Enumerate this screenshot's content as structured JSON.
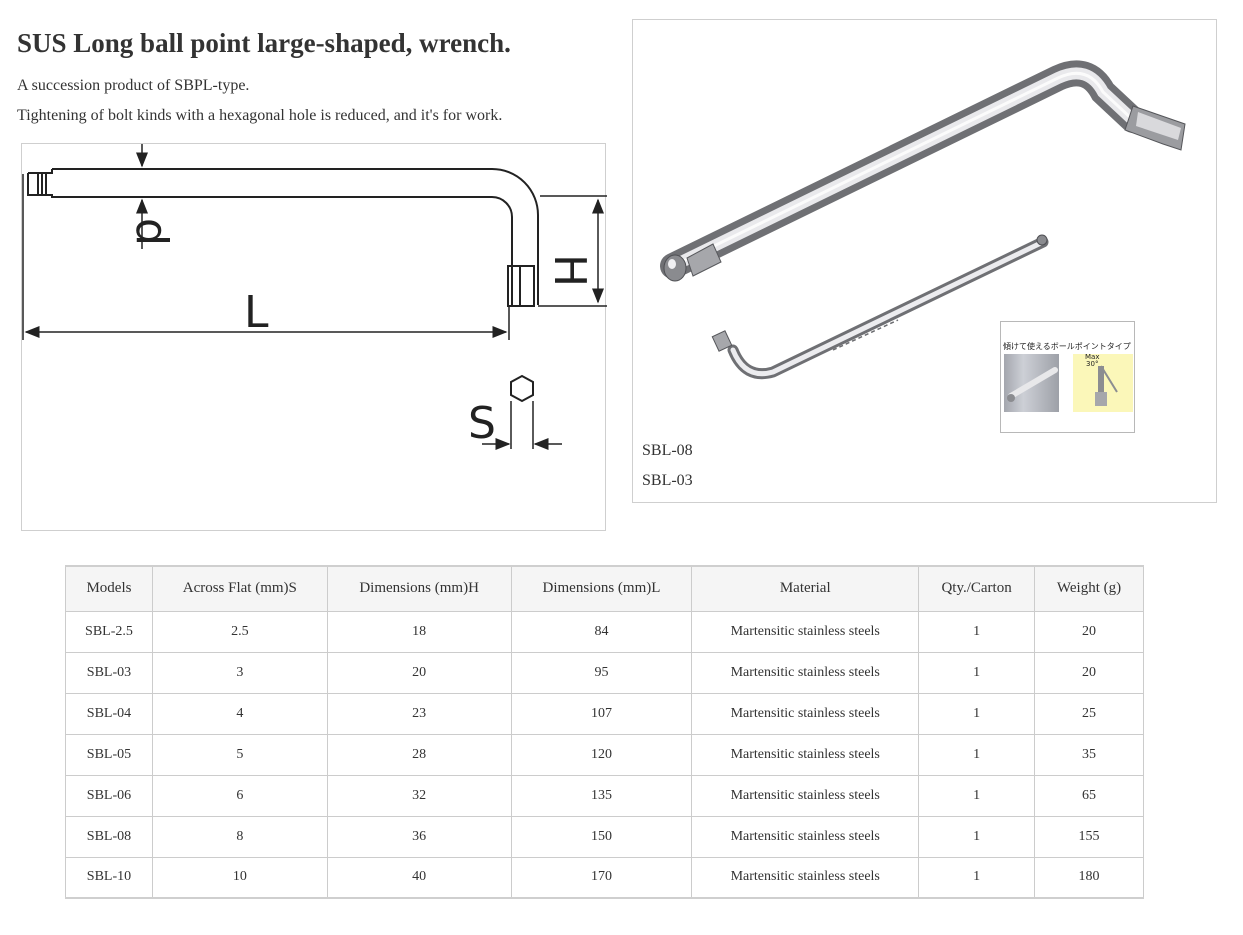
{
  "product": {
    "title": "SUS Long ball point large-shaped, wrench.",
    "description_1": "A succession product of SBPL-type.",
    "description_2": "Tightening of bolt kinds with a hexagonal hole is reduced, and it's for work."
  },
  "diagram": {
    "labels": {
      "d": "d",
      "L": "L",
      "H": "H",
      "S": "S"
    }
  },
  "photo": {
    "captions": [
      "SBL-08",
      "SBL-03"
    ],
    "inset": {
      "label": "傾けて使えるボールポイントタイプ",
      "max_label": "Max",
      "max_angle": "30°"
    }
  },
  "table": {
    "headers": [
      "Models",
      "Across Flat (mm)S",
      "Dimensions (mm)H",
      "Dimensions (mm)L",
      "Material",
      "Qty./Carton",
      "Weight (g)"
    ],
    "rows": [
      [
        "SBL-2.5",
        "2.5",
        "18",
        "84",
        "Martensitic stainless steels",
        "1",
        "20"
      ],
      [
        "SBL-03",
        "3",
        "20",
        "95",
        "Martensitic stainless steels",
        "1",
        "20"
      ],
      [
        "SBL-04",
        "4",
        "23",
        "107",
        "Martensitic stainless steels",
        "1",
        "25"
      ],
      [
        "SBL-05",
        "5",
        "28",
        "120",
        "Martensitic stainless steels",
        "1",
        "35"
      ],
      [
        "SBL-06",
        "6",
        "32",
        "135",
        "Martensitic stainless steels",
        "1",
        "65"
      ],
      [
        "SBL-08",
        "8",
        "36",
        "150",
        "Martensitic stainless steels",
        "1",
        "155"
      ],
      [
        "SBL-10",
        "10",
        "40",
        "170",
        "Martensitic stainless steels",
        "1",
        "180"
      ]
    ]
  }
}
